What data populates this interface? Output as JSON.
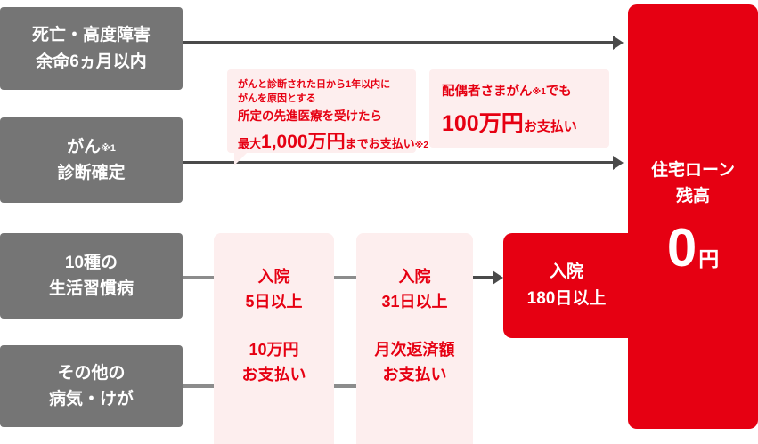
{
  "diagram": {
    "left_boxes": [
      {
        "line1": "死亡・高度障害",
        "line2": "余命6ヵ月以内"
      },
      {
        "line1_main": "がん",
        "line1_sup": "※1",
        "line2": "診断確定"
      },
      {
        "line1": "10種の",
        "line2": "生活習慣病"
      },
      {
        "line1": "その他の",
        "line2": "病気・けが"
      }
    ],
    "callout_cancer_advanced": {
      "small_line1": "がんと診断された日から1年以内に",
      "small_line2": "がんを原因とする",
      "mid_line": "所定の先進医療を受けたら",
      "max_prefix": "最大",
      "amount": "1,000万円",
      "suffix": "までお支払い",
      "note_ref": "※2"
    },
    "callout_spouse": {
      "line1_main": "配偶者さまがん",
      "line1_sup": "※1",
      "line1_tail": "でも",
      "amount": "100万円",
      "suffix": "お支払い"
    },
    "hosp5": {
      "line1": "入院",
      "line2": "5日以上",
      "line3": "10万円",
      "line4": "お支払い"
    },
    "hosp31": {
      "line1": "入院",
      "line2": "31日以上",
      "line3": "月次返済額",
      "line4": "お支払い"
    },
    "hosp180": {
      "line1": "入院",
      "line2": "180日以上"
    },
    "loan_balance": {
      "line1": "住宅ローン",
      "line2": "残高",
      "amount": "0",
      "unit": "円"
    }
  },
  "colors": {
    "gray_box": "#757575",
    "red": "#e60012",
    "pink": "#fdeeee",
    "arrow": "#4a4a4a",
    "connector": "#8c8c8c"
  }
}
